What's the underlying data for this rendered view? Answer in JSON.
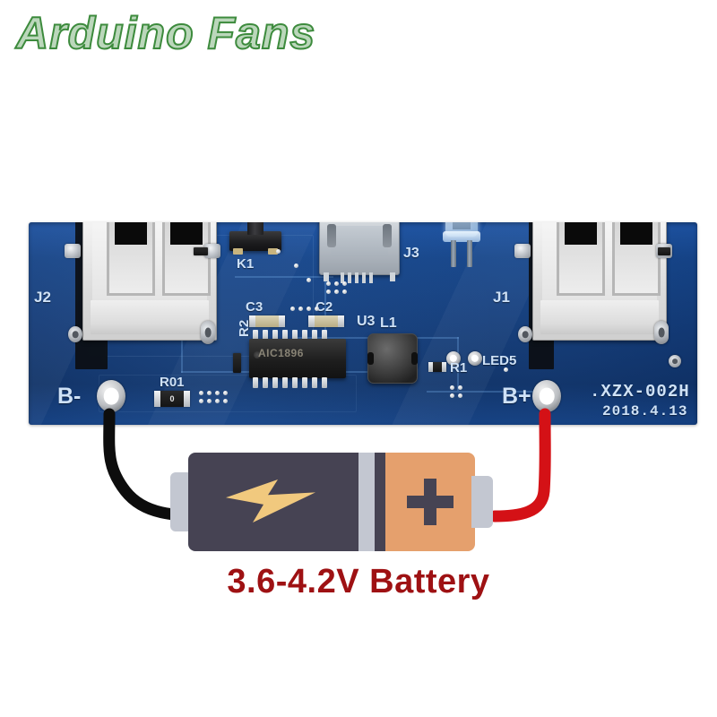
{
  "brand": {
    "text": "Arduino Fans",
    "color": "#3d8b3d"
  },
  "board": {
    "color": "#134083",
    "part_number": ".XZX-002H",
    "date_code": "2018.4.13",
    "terminals": {
      "negative_label": "B-",
      "positive_label": "B+"
    },
    "silkscreen": {
      "usb_left": "J2",
      "usb_right": "J1",
      "micro_usb": "J3",
      "button": "K1",
      "led": "LED5",
      "ic": "U3",
      "inductor": "L1",
      "cap_left": "C3",
      "cap_right": "C2",
      "res_r1": "R1",
      "res_r2": "R2",
      "res_r01": "R01",
      "res_r01_value": "0"
    },
    "ic_marking": "AIC1896"
  },
  "battery": {
    "label": "3.6-4.2V Battery",
    "label_color": "#9e1113",
    "body_color": "#464353",
    "positive_color": "#e5a06d",
    "bolt_color": "#f1c97e",
    "terminal_color": "#c3c7d1",
    "plus_symbol": "+"
  },
  "wires": {
    "negative_color": "#0d0d0d",
    "positive_color": "#d41116"
  }
}
